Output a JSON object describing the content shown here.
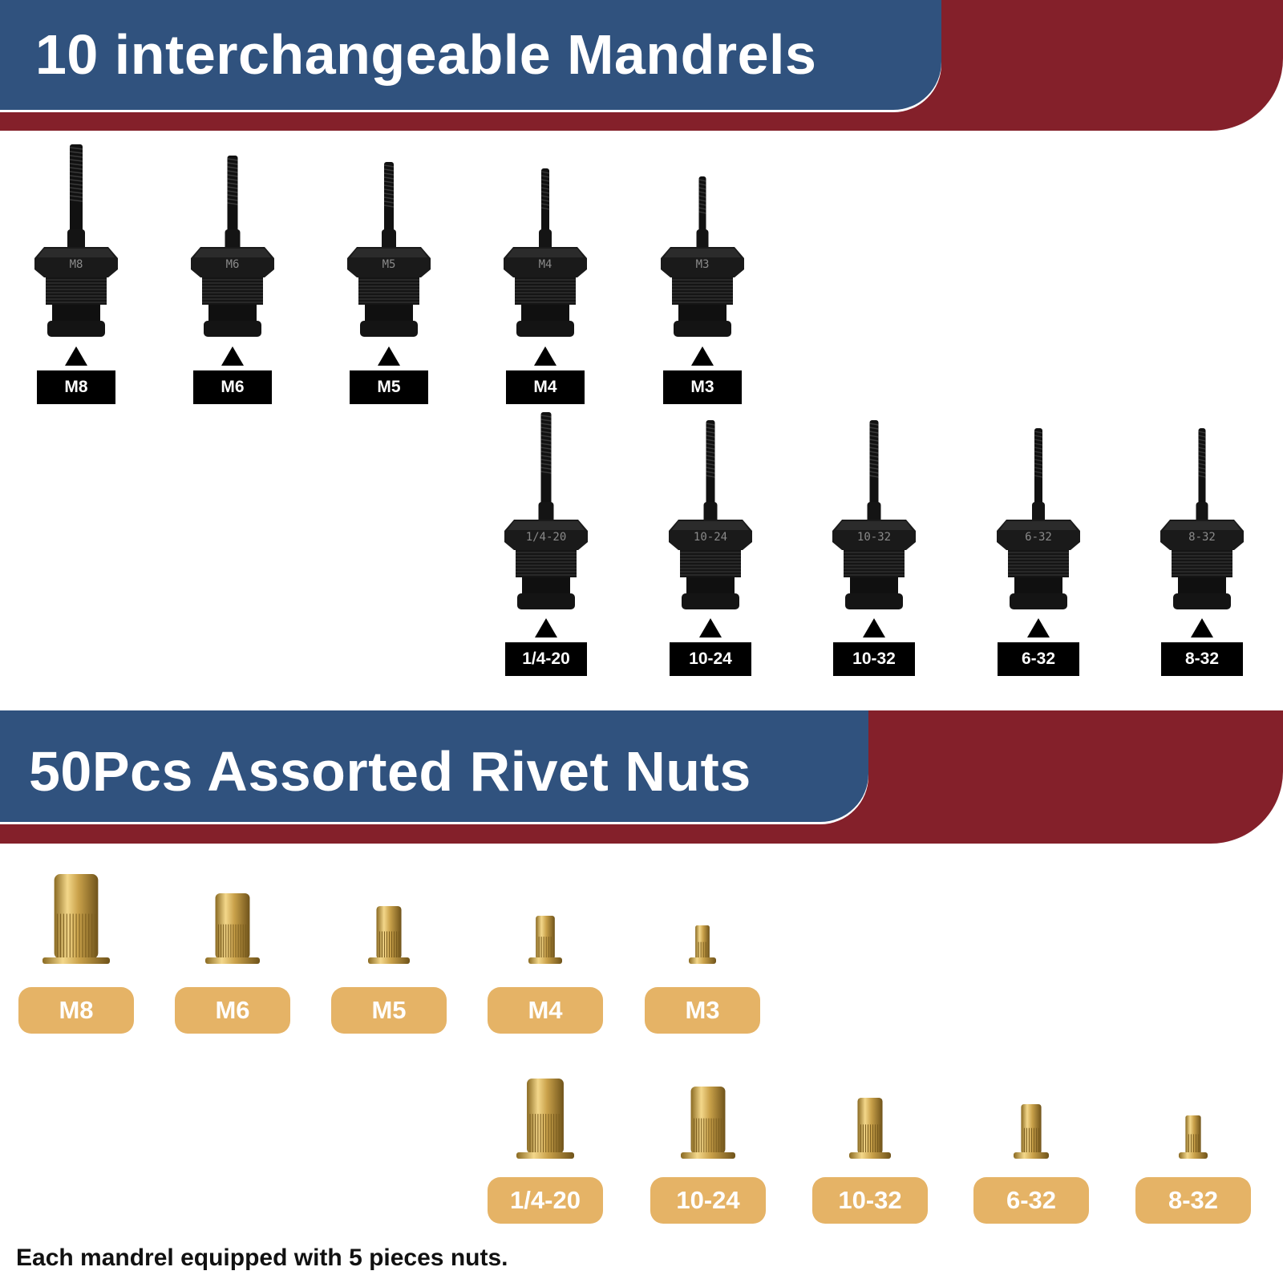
{
  "section1": {
    "title": "10 interchangeable Mandrels"
  },
  "section2": {
    "title": "50Pcs Assorted Rivet Nuts"
  },
  "colors": {
    "banner_blue": "#30527e",
    "banner_red": "#84202a",
    "label_black": "#000000",
    "label_gold": "#e5b366",
    "brass": "#c9a14a"
  },
  "mandrels": {
    "metric": [
      {
        "label": "M8",
        "stamp": "M8"
      },
      {
        "label": "M6",
        "stamp": "M6"
      },
      {
        "label": "M5",
        "stamp": "M5"
      },
      {
        "label": "M4",
        "stamp": "M4"
      },
      {
        "label": "M3",
        "stamp": "M3"
      }
    ],
    "imperial": [
      {
        "label": "1/4-20",
        "stamp": "1/4-20"
      },
      {
        "label": "10-24",
        "stamp": "10-24"
      },
      {
        "label": "10-32",
        "stamp": "10-32"
      },
      {
        "label": "6-32",
        "stamp": "6-32"
      },
      {
        "label": "8-32",
        "stamp": "8-32"
      }
    ]
  },
  "nuts": {
    "metric": [
      {
        "label": "M8"
      },
      {
        "label": "M6"
      },
      {
        "label": "M5"
      },
      {
        "label": "M4"
      },
      {
        "label": "M3"
      }
    ],
    "imperial": [
      {
        "label": "1/4-20"
      },
      {
        "label": "10-24"
      },
      {
        "label": "10-32"
      },
      {
        "label": "6-32"
      },
      {
        "label": "8-32"
      }
    ]
  },
  "footnote": "Each mandrel equipped with 5 pieces nuts."
}
